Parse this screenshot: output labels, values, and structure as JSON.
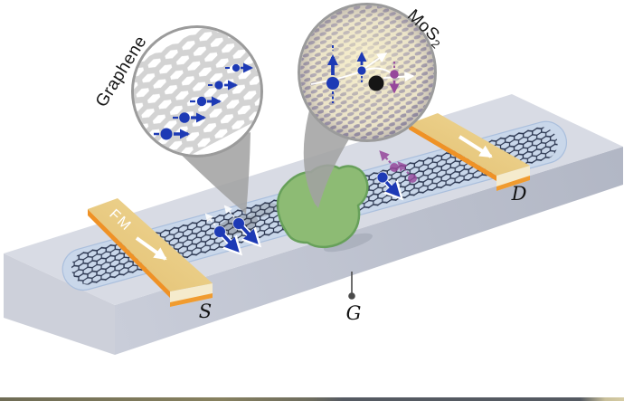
{
  "insets": {
    "graphene": {
      "label": "Graphene"
    },
    "mos2": {
      "label": "MoS2",
      "base": "MoS",
      "sub": "2"
    }
  },
  "device": {
    "ferromagnet_label": "FM",
    "source_label": "S",
    "drain_label": "D",
    "gate_label": "G"
  },
  "icons": {
    "spin_up_arrow": "up-arrow-icon",
    "spin_down_arrow": "down-arrow-icon",
    "electrode_magnetization_arrow": "right-arrow-icon",
    "gate_terminal_dot": "terminal-dot-icon"
  },
  "colors": {
    "substrate_top": "#d8dbe4",
    "substrate_front": "#bfc3d0",
    "substrate_left": "#cdd0da",
    "channel_strip": "#c9d7ea",
    "lattice_line": "#2b3650",
    "electrode_gold_light": "#f0d897",
    "electrode_gold_dark": "#e2bf70",
    "electrode_orange": "#f09b2f",
    "electrode_cream": "#f5ebcd",
    "flake_green": "#8dbb74",
    "flake_border": "#67a05a",
    "spin_blue": "#1d3ab5",
    "spin_purple": "#96479b",
    "defect_black": "#151515",
    "funnel_gray": "#a2a2a2",
    "inset_border": "#9b9b9b",
    "mos2_texture_purple": "#918aa8",
    "mos2_texture_cream": "#e9e1c8"
  }
}
